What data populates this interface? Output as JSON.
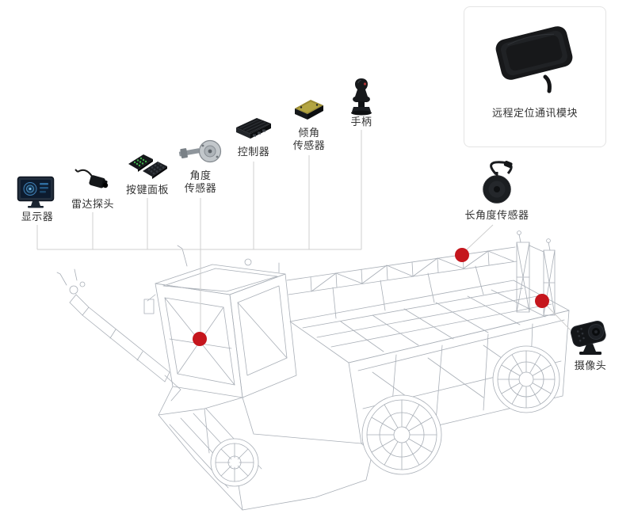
{
  "colors": {
    "background": "#ffffff",
    "marker": "#c5161d",
    "connector": "#cfcfcf",
    "wireframe": "#a9afb7",
    "label_text": "#333333",
    "module_box_border": "#e4e4e4"
  },
  "labels": {
    "display": "显示器",
    "radar_probe": "雷达探头",
    "keypad": "按键面板",
    "angle_sensor": "角度\n传感器",
    "controller": "控制器",
    "tilt_sensor": "倾角\n传感器",
    "joystick": "手柄",
    "remote_module": "远程定位通讯模块",
    "long_angle_sensor": "长角度传感器",
    "camera": "摄像头"
  }
}
